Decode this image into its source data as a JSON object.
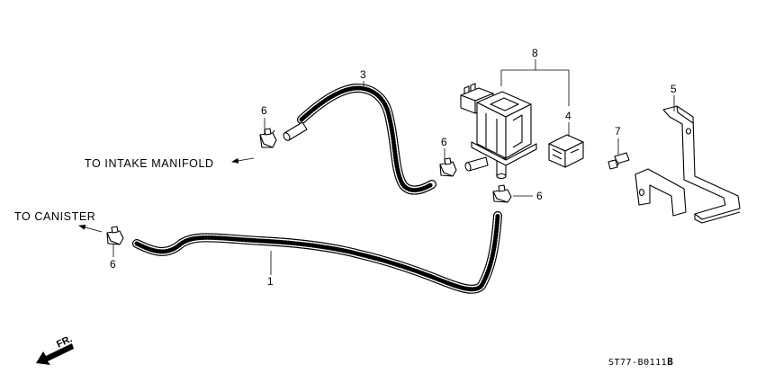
{
  "labels": {
    "to_intake_manifold": "TO INTAKE MANIFOLD",
    "to_canister": "TO CANISTER",
    "front_direction": "FR.",
    "diagram_code": "ST77-B0111",
    "diagram_code_suffix": "B"
  },
  "callouts": {
    "hose_1": "1",
    "hose_3": "3",
    "cap_4": "4",
    "bracket_5": "5",
    "clamp_6_a": "6",
    "clamp_6_b": "6",
    "clamp_6_c": "6",
    "clamp_6_d": "6",
    "bolt_7": "7",
    "solenoid_assembly_8": "8"
  }
}
